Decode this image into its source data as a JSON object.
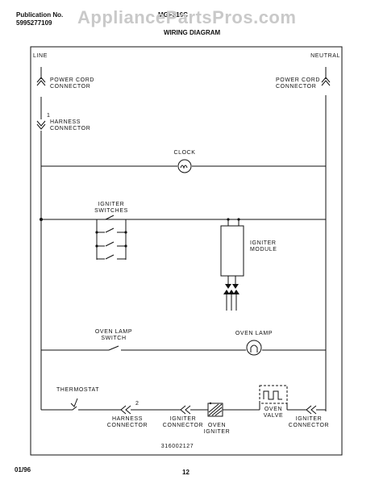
{
  "header": {
    "pub_label": "Publication No.",
    "pub_number": "5995277109",
    "model": "MGF316C",
    "title": "WIRING DIAGRAM",
    "watermark": "AppliancePartsPros.com"
  },
  "labels": {
    "line": "LINE",
    "neutral": "NEUTRAL",
    "power_cord_left": [
      "POWER CORD",
      "CONNECTOR"
    ],
    "power_cord_right": [
      "POWER CORD",
      "CONNECTOR"
    ],
    "harness_top": [
      "HARNESS",
      "CONNECTOR"
    ],
    "harness_top_num": "1",
    "clock": "CLOCK",
    "igniter_switches": [
      "IGNITER",
      "SWITCHES"
    ],
    "igniter_module": [
      "IGNITER",
      "MODULE"
    ],
    "oven_lamp_switch": [
      "OVEN LAMP",
      "SWITCH"
    ],
    "oven_lamp": "OVEN LAMP",
    "thermostat": "THERMOSTAT",
    "harness_bottom": [
      "HARNESS",
      "CONNECTOR"
    ],
    "harness_bottom_num": "2",
    "igniter_connector_mid": [
      "IGNITER",
      "CONNECTOR"
    ],
    "oven_igniter": [
      "OVEN",
      "IGNITER"
    ],
    "oven_valve": [
      "OVEN",
      "VALVE"
    ],
    "igniter_connector_right": [
      "IGNITER",
      "CONNECTOR"
    ],
    "diagram_number": "316002127"
  },
  "footer": {
    "date": "01/96",
    "page": "12"
  }
}
